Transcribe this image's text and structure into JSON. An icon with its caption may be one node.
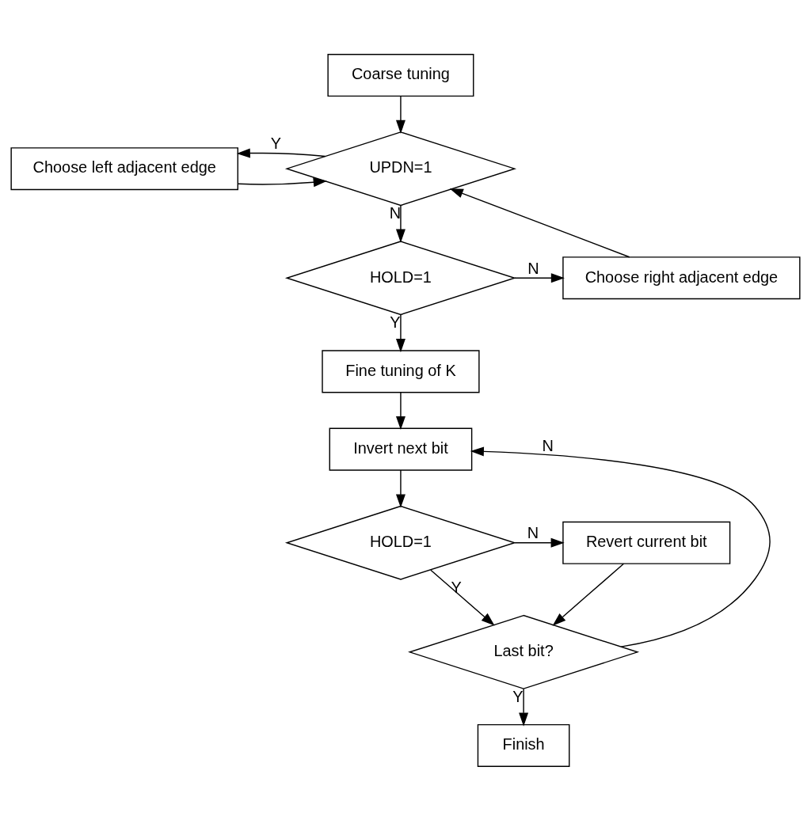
{
  "diagram": {
    "nodes": [
      {
        "text": [
          "Coarse tuning"
        ]
      },
      {
        "text": [
          "Choose left adjacent edge"
        ]
      },
      {
        "text": [
          "UPDN=1"
        ]
      },
      {
        "text": [
          "HOLD=1"
        ]
      },
      {
        "text": [
          "Choose right adjacent edge"
        ]
      },
      {
        "text": [
          "Fine tuning of K"
        ]
      },
      {
        "text": [
          "Invert next bit"
        ]
      },
      {
        "text": [
          "HOLD=1"
        ]
      },
      {
        "text": [
          "Revert current bit"
        ]
      },
      {
        "text": [
          "Last bit?"
        ]
      },
      {
        "text": [
          "Finish"
        ]
      }
    ],
    "edges": [
      {
        "from": 0,
        "to": 2,
        "arrow": "to"
      },
      {
        "from": 1,
        "to": 2,
        "arrow": "to"
      },
      {
        "from": 2,
        "to": 1,
        "arrow": "to",
        "label": "Y"
      },
      {
        "from": 2,
        "to": 3,
        "arrow": "to",
        "label": "N"
      },
      {
        "from": 3,
        "to": 4,
        "arrow": "to",
        "label": "N"
      },
      {
        "from": 4,
        "to": 2,
        "arrow": "to"
      },
      {
        "from": 3,
        "to": 5,
        "arrow": "to",
        "label": "Y"
      },
      {
        "from": 5,
        "to": 6,
        "arrow": "to"
      },
      {
        "from": 6,
        "to": 7,
        "arrow": "to"
      },
      {
        "from": 7,
        "to": 8,
        "arrow": "to",
        "label": "N"
      },
      {
        "from": 7,
        "to": 9,
        "arrow": "to",
        "label": "Y"
      },
      {
        "from": 8,
        "to": 9,
        "arrow": "to"
      },
      {
        "from": 9,
        "to": 6,
        "arrow": "to",
        "label": "N"
      },
      {
        "from": 9,
        "to": 10,
        "arrow": "to",
        "label": "Y"
      }
    ]
  }
}
